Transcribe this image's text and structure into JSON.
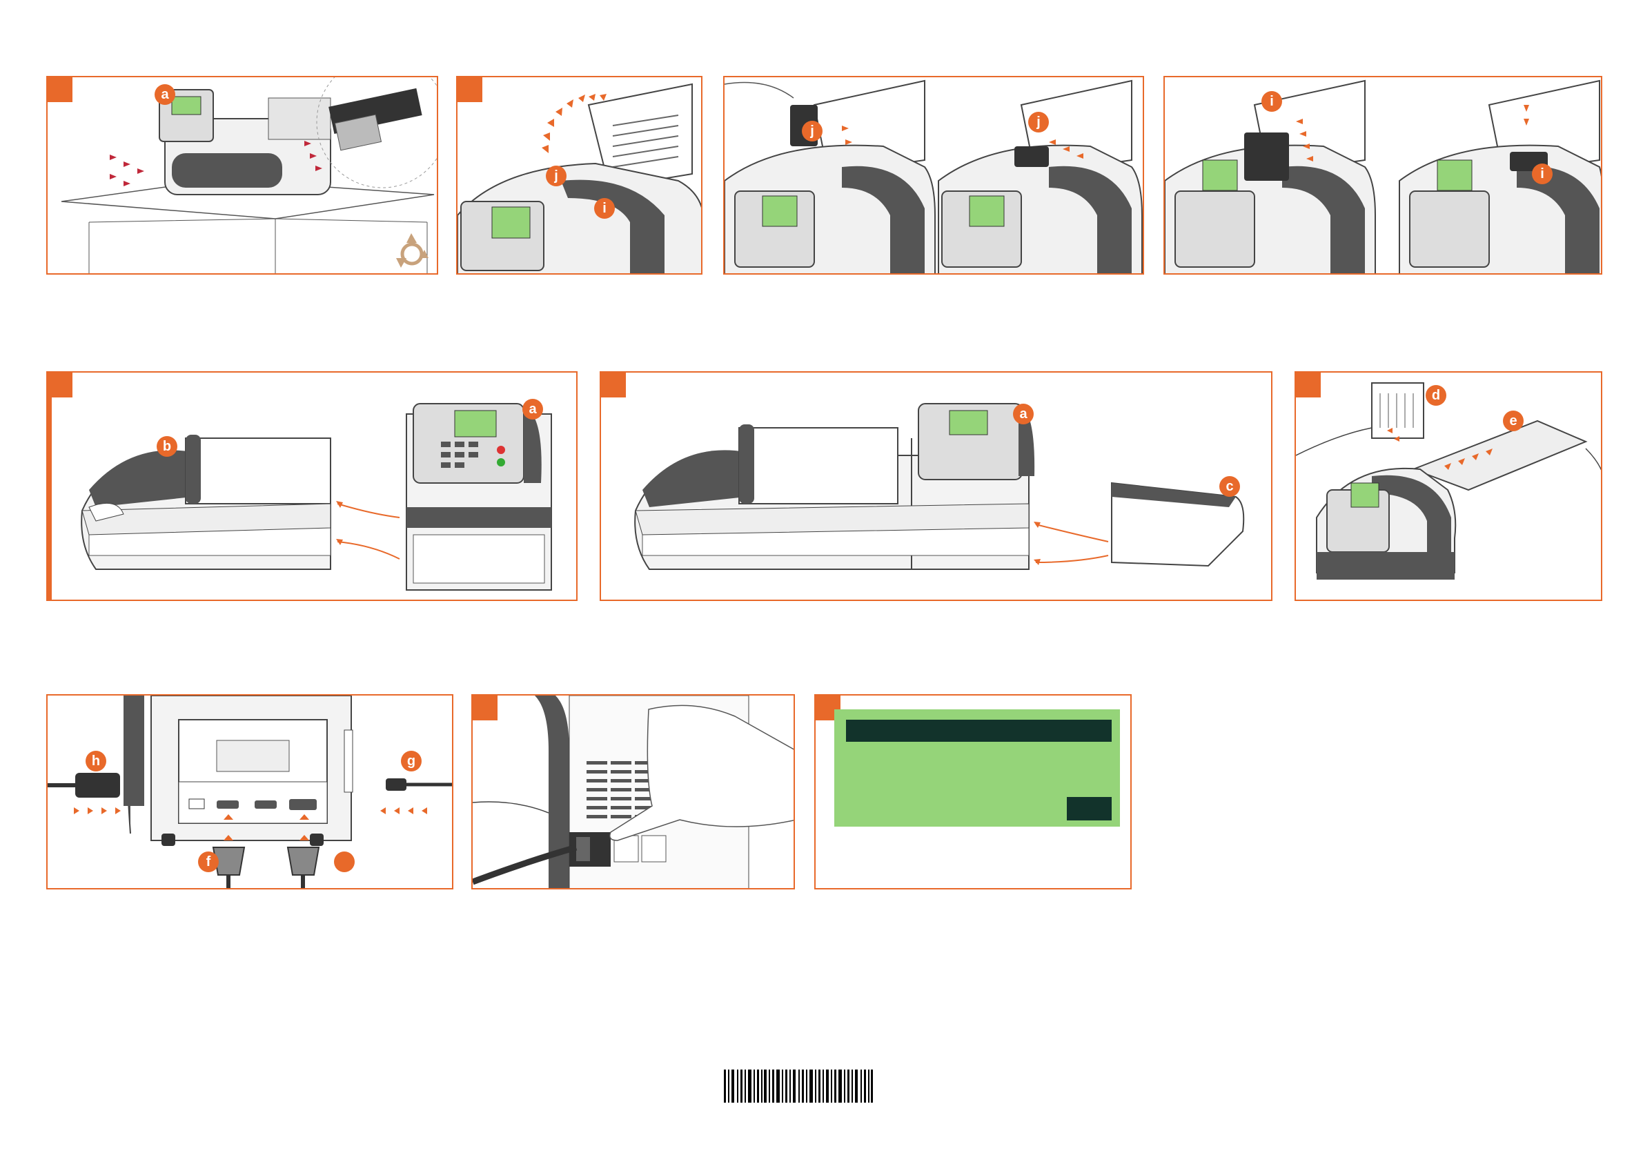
{
  "colors": {
    "accent": "#e8692a",
    "screen_green": "#95d479",
    "screen_dark": "#12332b",
    "arrow_red": "#c0283a",
    "recycle": "#c8a27c"
  },
  "callouts": {
    "a1": "a",
    "j1": "j",
    "i1": "i",
    "j2": "j",
    "j3": "j",
    "i2": "i",
    "i3": "i",
    "b": "b",
    "a2": "a",
    "a3": "a",
    "c": "c",
    "d": "d",
    "e": "e",
    "h": "h",
    "g": "g",
    "f": "f",
    "blank": ""
  },
  "icons": {
    "recycle": "recycle-icon",
    "barcode": "barcode-icon"
  }
}
